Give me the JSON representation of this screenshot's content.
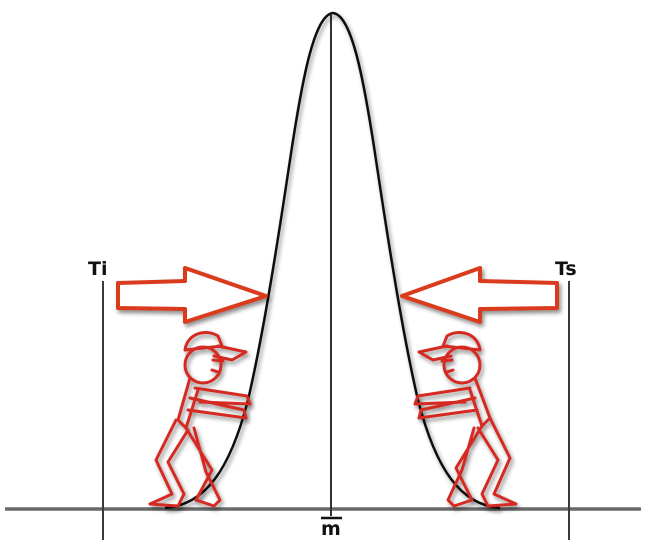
{
  "diagram": {
    "labels": {
      "lower_limit": "Ti",
      "upper_limit": "Ts",
      "mean": "m"
    },
    "colors": {
      "curve": "#111111",
      "axis": "#666666",
      "arrow_outline": "#d93a1e",
      "arrow_fill": "#ffffff",
      "figure": "#d42a22"
    },
    "icons": [
      "right-arrow-icon",
      "left-arrow-icon",
      "pushing-worker-icon"
    ]
  }
}
